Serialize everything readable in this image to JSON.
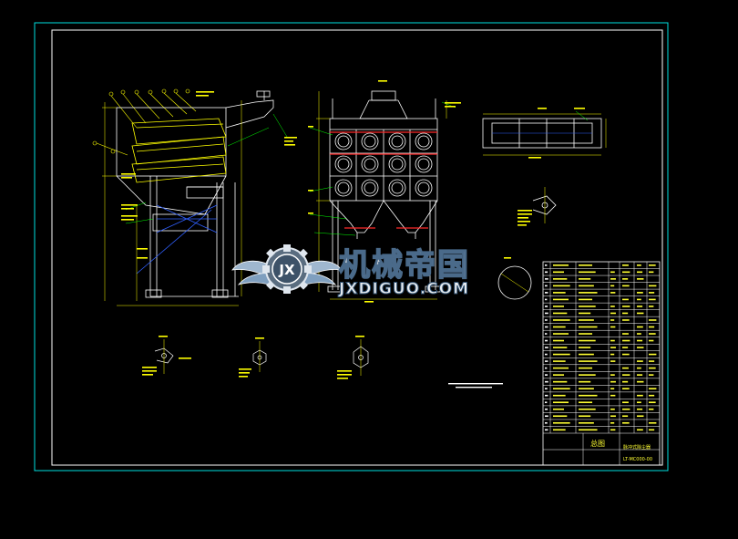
{
  "watermark": {
    "name_cn": "机械帝国",
    "name_en": "JXDIGUO.COM",
    "logo_letters": "JX"
  },
  "title_block": {
    "name_cell": "总图",
    "title_cell": "脉冲式除尘器",
    "drawing_no": "LT-MC000-00"
  },
  "colors": {
    "frame": "#00e0e0",
    "outline": "#ffffff",
    "dimension": "#ffff00",
    "leader": "#00ff00",
    "hidden": "#3060ff",
    "accent": "#ff2a2a"
  }
}
